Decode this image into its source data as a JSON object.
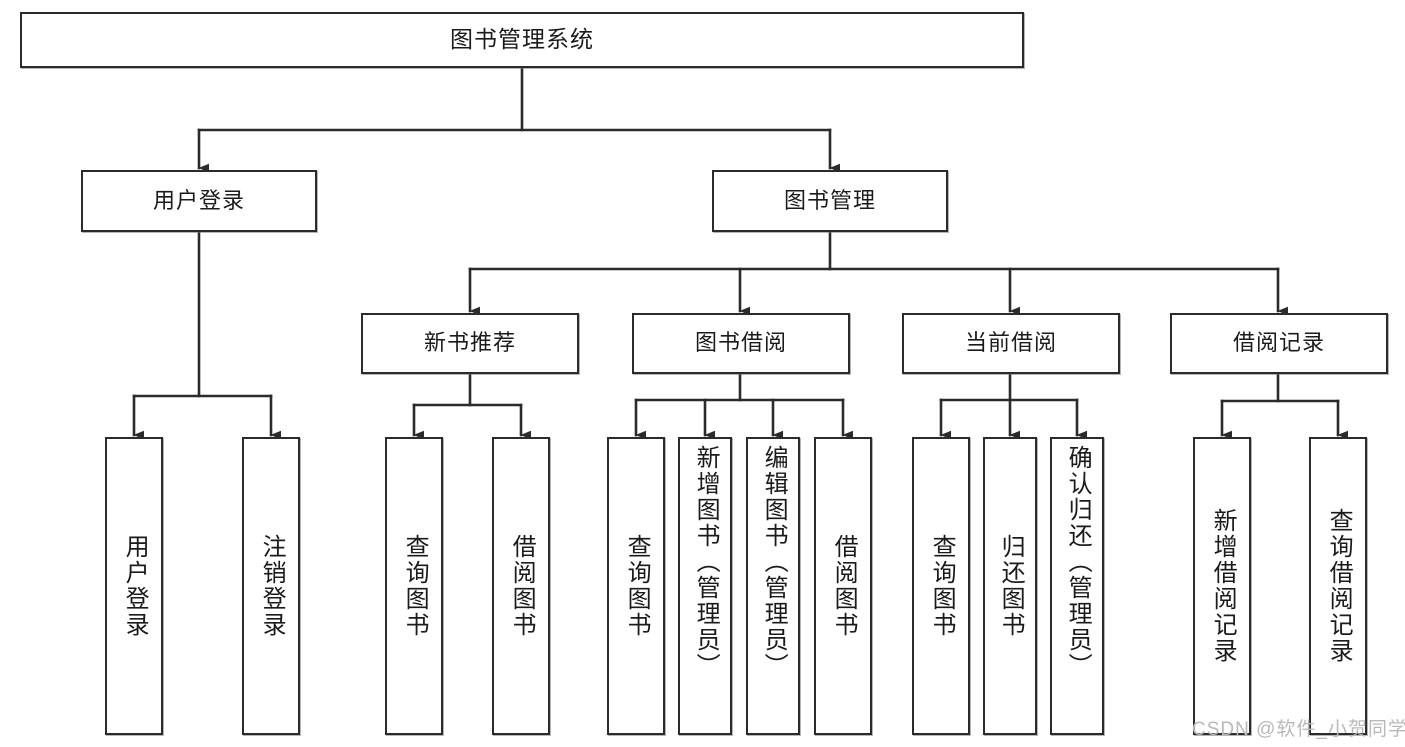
{
  "diagram": {
    "title": "图书管理系统",
    "type": "hierarchy-tree",
    "line_color": "#2b2b2b",
    "box_fill": "#ffffff",
    "text_color": "#1b1b1b"
  },
  "watermark": {
    "text": "CSDN @软件_小贺同学",
    "color": "#b9b9b9"
  },
  "nodes": {
    "root": {
      "label": "图书管理系统"
    },
    "level2": [
      {
        "label": "用户登录"
      },
      {
        "label": "图书管理"
      }
    ],
    "level3": [
      {
        "label": "新书推荐"
      },
      {
        "label": "图书借阅"
      },
      {
        "label": "当前借阅"
      },
      {
        "label": "借阅记录"
      }
    ],
    "leaves": {
      "user_login": [
        {
          "label": "用户登录"
        },
        {
          "label": "注销登录"
        }
      ],
      "new_book": [
        {
          "label": "查询图书"
        },
        {
          "label": "借阅图书"
        }
      ],
      "book_borrow": [
        {
          "label": "查询图书"
        },
        {
          "label": "新增图书（管理员）"
        },
        {
          "label": "编辑图书（管理员）"
        },
        {
          "label": "借阅图书"
        }
      ],
      "current_borrow": [
        {
          "label": "查询图书"
        },
        {
          "label": "归还图书"
        },
        {
          "label": "确认归还（管理员）"
        }
      ],
      "borrow_record": [
        {
          "label": "新增借阅记录"
        },
        {
          "label": "查询借阅记录"
        }
      ]
    }
  }
}
